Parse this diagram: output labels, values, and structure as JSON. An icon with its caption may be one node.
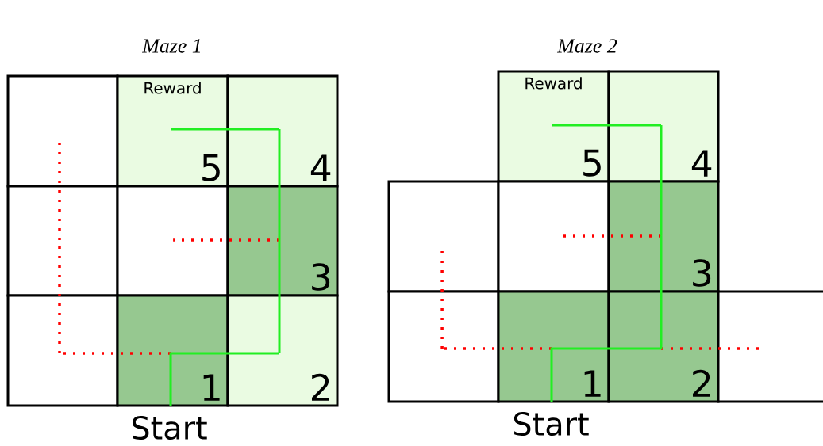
{
  "diagram": {
    "nodes": [
      {
        "text": [],
        "shape": "box"
      },
      {
        "text": [
          "Reward",
          "5"
        ]
      },
      {
        "text": [
          "4"
        ]
      },
      {
        "text": [],
        "shape": "box"
      },
      {
        "text": [],
        "shape": "box"
      },
      {
        "text": [
          "3"
        ]
      },
      {
        "text": [],
        "shape": "box"
      },
      {
        "text": [
          "1"
        ]
      },
      {
        "text": [
          "2"
        ]
      },
      {
        "text": [
          "Reward",
          "5"
        ]
      },
      {
        "text": [
          "4"
        ]
      },
      {
        "text": [],
        "shape": "box"
      },
      {
        "text": [],
        "shape": "box"
      },
      {
        "text": [
          "3"
        ]
      },
      {
        "text": [],
        "shape": "box"
      },
      {
        "text": [
          "1"
        ]
      },
      {
        "text": [
          "2"
        ]
      },
      {
        "text": [],
        "shape": "box"
      }
    ],
    "edges": [
      {
        "from": 7,
        "to": 8,
        "arrow": "none",
        "color": "#22ee22"
      },
      {
        "from": 8,
        "to": 5,
        "arrow": "none",
        "color": "#22ee22"
      },
      {
        "from": 5,
        "to": 2,
        "arrow": "none",
        "color": "#22ee22"
      },
      {
        "from": 2,
        "to": 1,
        "arrow": "none",
        "color": "#22ee22"
      },
      {
        "from": 7,
        "to": 6,
        "arrow": "none",
        "style": "dashed",
        "color": "#ff0000"
      },
      {
        "from": 6,
        "to": 3,
        "arrow": "none",
        "style": "dashed",
        "color": "#ff0000"
      },
      {
        "from": 3,
        "to": 0,
        "arrow": "none",
        "style": "dashed",
        "color": "#ff0000"
      },
      {
        "from": 5,
        "to": 4,
        "arrow": "none",
        "style": "dashed",
        "color": "#ff0000"
      },
      {
        "from": 15,
        "to": 16,
        "arrow": "none",
        "color": "#22ee22"
      },
      {
        "from": 16,
        "to": 13,
        "arrow": "none",
        "color": "#22ee22"
      },
      {
        "from": 13,
        "to": 10,
        "arrow": "none",
        "color": "#22ee22"
      },
      {
        "from": 10,
        "to": 9,
        "arrow": "none",
        "color": "#22ee22"
      },
      {
        "from": 15,
        "to": 14,
        "arrow": "none",
        "style": "dashed",
        "color": "#ff0000"
      },
      {
        "from": 14,
        "to": 11,
        "arrow": "none",
        "style": "dashed",
        "color": "#ff0000"
      },
      {
        "from": 16,
        "to": 17,
        "arrow": "none",
        "style": "dashed",
        "color": "#ff0000"
      },
      {
        "from": 13,
        "to": 12,
        "arrow": "none",
        "style": "dashed",
        "color": "#ff0000"
      }
    ],
    "labels": [
      "Maze 1",
      "Maze 2",
      "Start",
      "Start"
    ]
  }
}
